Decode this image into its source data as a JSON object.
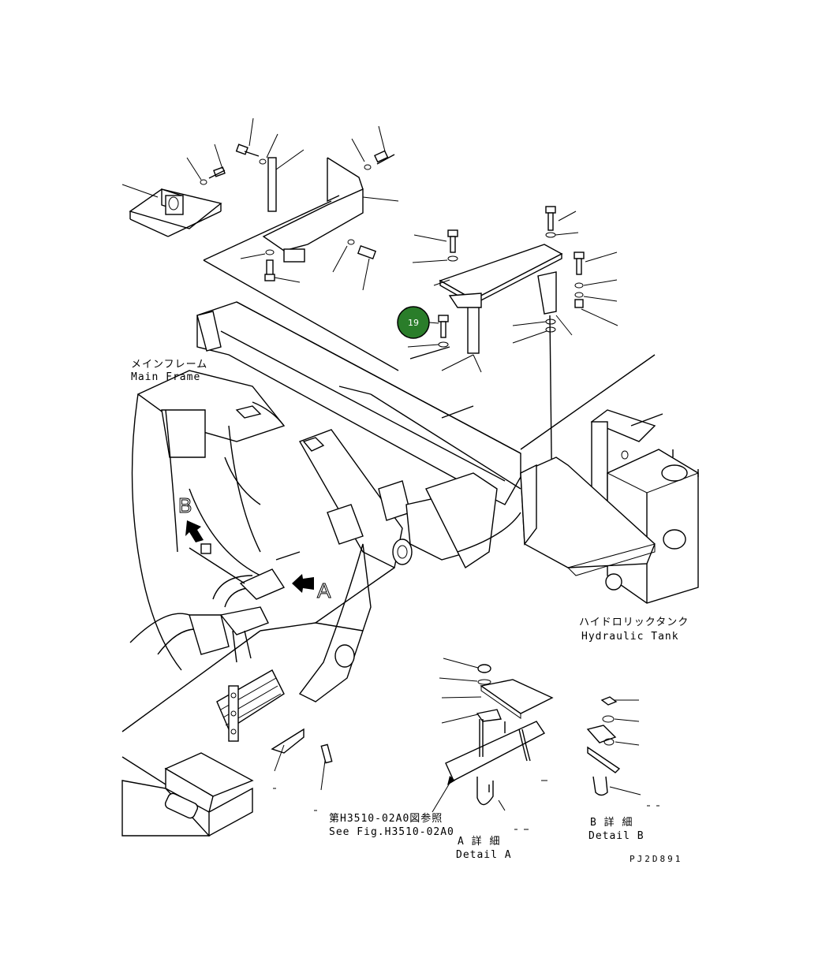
{
  "labels": {
    "main_frame_jp": "メインフレーム",
    "main_frame_en": "Main Frame",
    "hydraulic_tank_jp": "ハイドロリックタンク",
    "hydraulic_tank_en": "Hydraulic Tank",
    "view_a": "A",
    "view_b": "B",
    "see_fig_jp": "第H3510-02A0図参照",
    "see_fig_en": "See Fig.H3510-02A0",
    "detail_a_jp": "A 詳 細",
    "detail_a_en": "Detail A",
    "detail_b_jp": "B 詳 細",
    "detail_b_en": "Detail B",
    "drawing_code": "PJ2D891"
  },
  "callout": {
    "number": "19",
    "color": "#2a7d2a"
  }
}
